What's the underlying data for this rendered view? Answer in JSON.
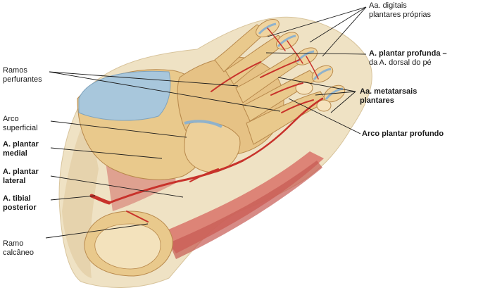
{
  "figure": {
    "colors": {
      "skin": "#efe2c4",
      "skin_shadow": "#e6d3ad",
      "bone": "#e9c98c",
      "bone_light": "#f3dba8",
      "bone_edge": "#b8894c",
      "cartilage": "#a8c7dc",
      "artery": "#c8322b",
      "muscle": "#d9736a",
      "leader": "#1a1a1a"
    }
  },
  "labels": {
    "digitais": {
      "line1": "Aa. digitais",
      "line2": "plantares próprias"
    },
    "profunda": {
      "line1": "A. plantar profunda –",
      "line2": "da A. dorsal do pé"
    },
    "metatarsais": {
      "line1": "Aa. metatarsais",
      "line2": "plantares"
    },
    "arco_profundo": {
      "line1": "Arco plantar profundo"
    },
    "perfurantes": {
      "line1": "Ramos",
      "line2": "perfurantes"
    },
    "superficial": {
      "line1": "Arco",
      "line2": "superficial"
    },
    "medial": {
      "line1": "A. plantar",
      "line2": "medial"
    },
    "lateral": {
      "line1": "A. plantar",
      "line2": "lateral"
    },
    "tibial": {
      "line1": "A. tibial",
      "line2": "posterior"
    },
    "calcaneo": {
      "line1": "Ramo",
      "line2": "calcâneo"
    }
  }
}
